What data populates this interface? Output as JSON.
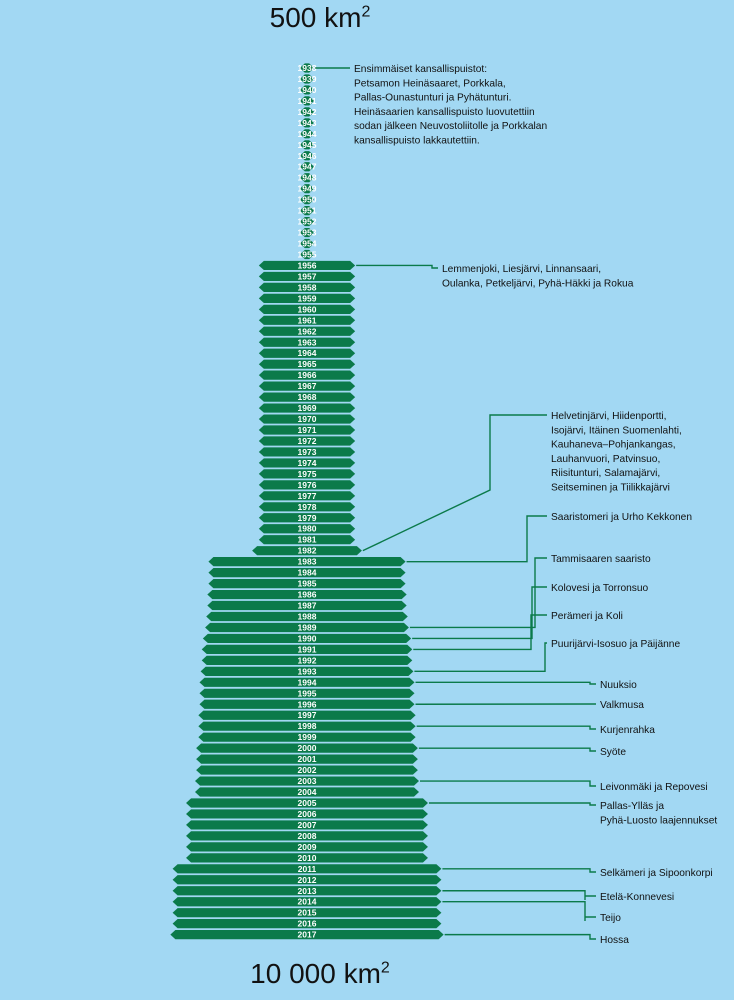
{
  "chart_data": {
    "type": "bar",
    "top_label": "500 km",
    "bottom_label": "10 000 km",
    "unit_superscript": "2",
    "years": [
      "1938",
      "1939",
      "1940",
      "1941",
      "1942",
      "1943",
      "1944",
      "1945",
      "1946",
      "1947",
      "1948",
      "1949",
      "1950",
      "1951",
      "1952",
      "1953",
      "1954",
      "1955",
      "1956",
      "1957",
      "1958",
      "1959",
      "1960",
      "1961",
      "1962",
      "1963",
      "1964",
      "1965",
      "1966",
      "1967",
      "1968",
      "1969",
      "1970",
      "1971",
      "1972",
      "1973",
      "1974",
      "1975",
      "1976",
      "1977",
      "1978",
      "1979",
      "1980",
      "1981",
      "1982",
      "1983",
      "1984",
      "1985",
      "1986",
      "1987",
      "1988",
      "1989",
      "1990",
      "1991",
      "1992",
      "1993",
      "1994",
      "1995",
      "1996",
      "1997",
      "1998",
      "1999",
      "2000",
      "2001",
      "2002",
      "2003",
      "2004",
      "2005",
      "2006",
      "2007",
      "2008",
      "2009",
      "2010",
      "2011",
      "2012",
      "2013",
      "2014",
      "2015",
      "2016",
      "2017"
    ],
    "values_km2": [
      320,
      320,
      320,
      320,
      320,
      320,
      320,
      320,
      320,
      320,
      320,
      320,
      320,
      320,
      320,
      320,
      320,
      320,
      2150,
      2150,
      2150,
      2150,
      2150,
      2150,
      2150,
      2150,
      2150,
      2150,
      2150,
      2150,
      2150,
      2150,
      2150,
      2150,
      2150,
      2150,
      2150,
      2150,
      2150,
      2150,
      2150,
      2150,
      2150,
      2150,
      2450,
      4400,
      4400,
      4400,
      4450,
      4450,
      4500,
      4550,
      4650,
      4700,
      4700,
      4750,
      4800,
      4800,
      4800,
      4850,
      4850,
      4850,
      4950,
      4950,
      4950,
      5000,
      5000,
      5400,
      5400,
      5400,
      5400,
      5400,
      5400,
      6000,
      6000,
      6000,
      6000,
      6000,
      6000,
      6100
    ],
    "color": "#0b7a4a",
    "label_color": "#ffffff",
    "annotations": [
      {
        "year": "1938",
        "lines": [
          "Ensimmäiset kansallispuistot:",
          "Petsamon Heinäsaaret, Porkkala,",
          "Pallas-Ounastunturi ja Pyhätunturi.",
          "Heinäsaarien kansallispuisto luovutettiin",
          "sodan jälkeen Neuvostoliitolle ja Porkkalan",
          "kansallispuisto lakkautettiin."
        ]
      },
      {
        "year": "1956",
        "lines": [
          "Lemmenjoki, Liesjärvi, Linnansaari,",
          "Oulanka, Petkeljärvi, Pyhä-Häkki ja Rokua"
        ]
      },
      {
        "year": "1982",
        "lines": [
          "Helvetinjärvi, Hiidenportti,",
          "Isojärvi, Itäinen Suomenlahti,",
          "Kauhaneva–Pohjankangas,",
          "Lauhanvuori, Patvinsuo,",
          "Riisitunturi, Salamajärvi,",
          "Seitseminen ja Tiilikkajärvi"
        ]
      },
      {
        "year": "1983",
        "lines": [
          "Saaristomeri ja Urho Kekkonen"
        ]
      },
      {
        "year": "1989",
        "lines": [
          "Tammisaaren saaristo"
        ]
      },
      {
        "year": "1990",
        "lines": [
          "Kolovesi ja Torronsuo"
        ]
      },
      {
        "year": "1991",
        "lines": [
          "Perämeri ja Koli"
        ]
      },
      {
        "year": "1993",
        "lines": [
          "Puurijärvi-Isosuo ja Päijänne"
        ]
      },
      {
        "year": "1994",
        "lines": [
          "Nuuksio"
        ]
      },
      {
        "year": "1996",
        "lines": [
          "Valkmusa"
        ]
      },
      {
        "year": "1998",
        "lines": [
          "Kurjenrahka"
        ]
      },
      {
        "year": "2000",
        "lines": [
          "Syöte"
        ]
      },
      {
        "year": "2003",
        "lines": [
          "Leivonmäki ja Repovesi"
        ]
      },
      {
        "year": "2005",
        "lines": [
          "Pallas-Ylläs ja",
          "Pyhä-Luosto laajennukset"
        ]
      },
      {
        "year": "2011",
        "lines": [
          "Selkämeri ja Sipoonkorpi"
        ]
      },
      {
        "year": "2013",
        "lines": [
          "Etelä-Konnevesi"
        ]
      },
      {
        "year": "2014",
        "lines": [
          "Teijo"
        ]
      },
      {
        "year": "2017",
        "lines": [
          "Hossa"
        ]
      }
    ]
  }
}
